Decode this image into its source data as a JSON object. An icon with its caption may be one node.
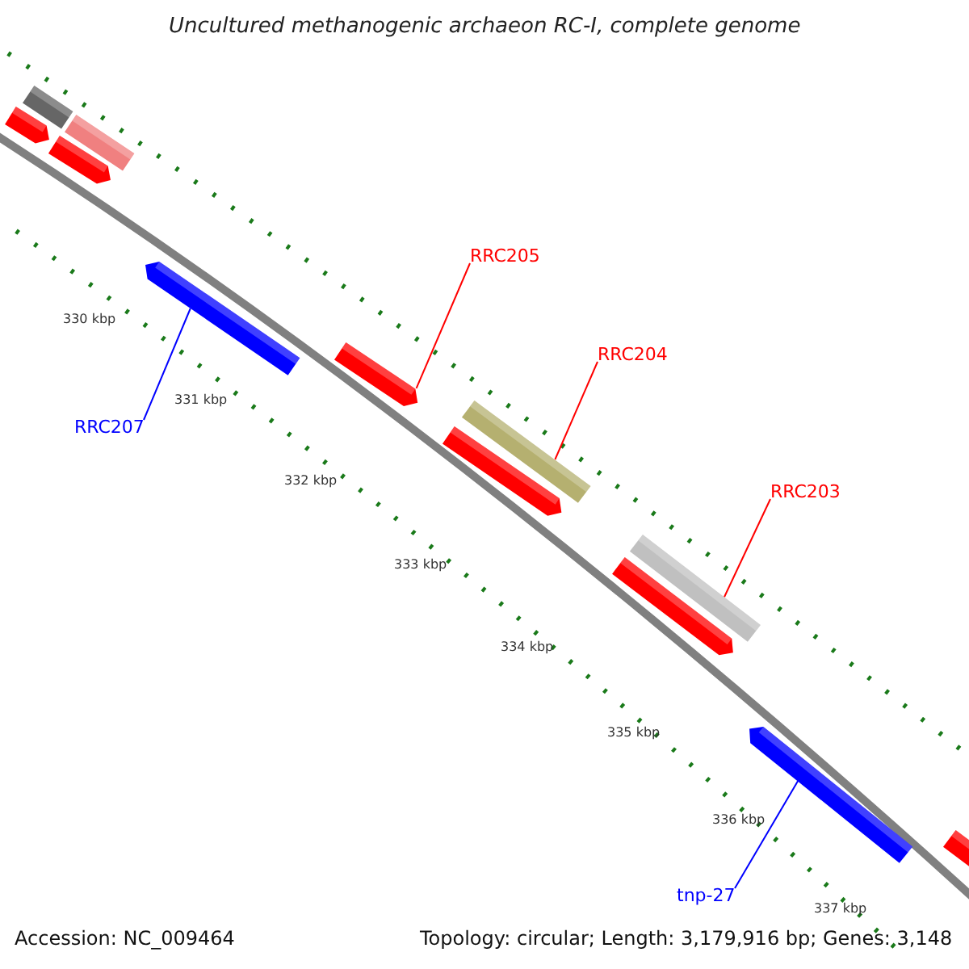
{
  "diagram": {
    "title": "Uncultured methanogenic archaeon RC-I, complete genome",
    "nodes": [
      {
        "text": [],
        "shape": "bar"
      },
      {
        "text": [],
        "shape": "bar"
      },
      {
        "text": [],
        "shape": "bar"
      },
      {
        "text": [],
        "shape": "bar"
      },
      {
        "text": [],
        "shape": "bar"
      },
      {
        "text": [
          "RRC205"
        ]
      },
      {
        "text": [],
        "shape": "bar"
      },
      {
        "text": [
          "RRC204"
        ]
      },
      {
        "text": [],
        "shape": "bar"
      },
      {
        "text": [],
        "shape": "bar"
      },
      {
        "text": [
          "RRC207"
        ]
      },
      {
        "text": [
          "RRC203"
        ]
      },
      {
        "text": [],
        "shape": "bar"
      },
      {
        "text": [],
        "shape": "bar"
      },
      {
        "text": [],
        "shape": "bar"
      },
      {
        "text": [],
        "shape": "bar"
      },
      {
        "text": [
          "tnp-27"
        ]
      }
    ],
    "edges": [
      {
        "from": 5,
        "to": 6,
        "arrow": "none"
      },
      {
        "from": 7,
        "to": 8,
        "arrow": "none"
      },
      {
        "from": 10,
        "to": 4,
        "arrow": "none",
        "color": "#0000ff"
      },
      {
        "from": 11,
        "to": 12,
        "arrow": "none"
      },
      {
        "from": 16,
        "to": 14,
        "arrow": "none",
        "color": "#0000ff"
      }
    ],
    "labels": [
      "330 kbp",
      "331 kbp",
      "332 kbp",
      "333 kbp",
      "334 kbp",
      "335 kbp",
      "336 kbp",
      "337 kbp",
      "Accession: NC_009464",
      "Topology: circular; Length: 3,179,916 bp; Genes: 3,148"
    ]
  }
}
